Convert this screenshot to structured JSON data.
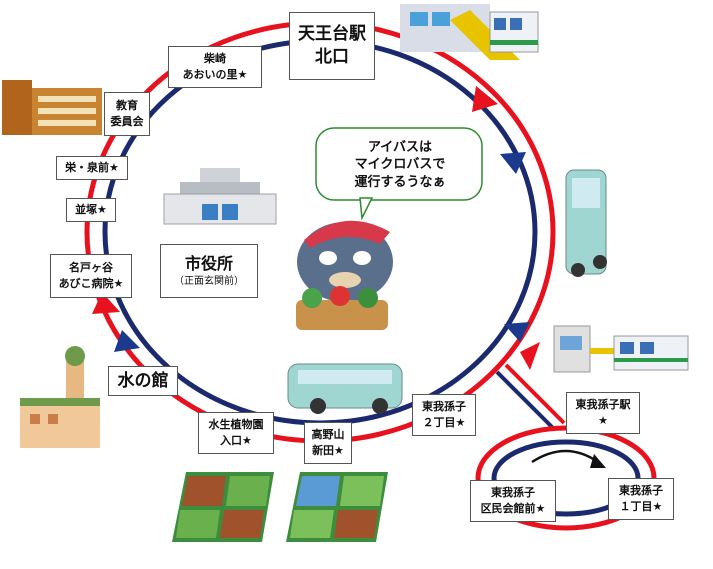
{
  "stops": {
    "tennodai": [
      "天王台駅",
      "北口"
    ],
    "shibasaki": [
      "柴崎",
      "あおいの里★"
    ],
    "kyoiku": [
      "教育",
      "委員会"
    ],
    "sakae": [
      "栄・泉前★"
    ],
    "namizuka": [
      "並塚★"
    ],
    "nadogaya": [
      "名戸ヶ谷",
      "あびこ病院★"
    ],
    "shiyakusho": [
      "市役所",
      "（正面玄関前）"
    ],
    "mizunoyakata": [
      "水の館"
    ],
    "suisei": [
      "水生植物園",
      "入口★"
    ],
    "takanoyama": [
      "高野山",
      "新田★"
    ],
    "higashi2": [
      "東我孫子",
      "２丁目★"
    ],
    "higashieki": [
      "東我孫子駅",
      "★"
    ],
    "higashi1": [
      "東我孫子",
      "１丁目★"
    ],
    "kuminkaikan": [
      "東我孫子",
      "区民会館前★"
    ]
  },
  "speech": [
    "アイバスは",
    "マイクロバスで",
    "運行するうなぁ"
  ],
  "colors": {
    "route_red": "#e8121e",
    "route_navy": "#1b2a6e",
    "arrow_red": "#e8121e",
    "arrow_navy": "#1b3a8e"
  },
  "icons": [
    "train-station-icon",
    "school-building-icon",
    "city-hall-icon",
    "bus-icon",
    "mascot-icon",
    "tower-building-icon",
    "field-icon"
  ]
}
